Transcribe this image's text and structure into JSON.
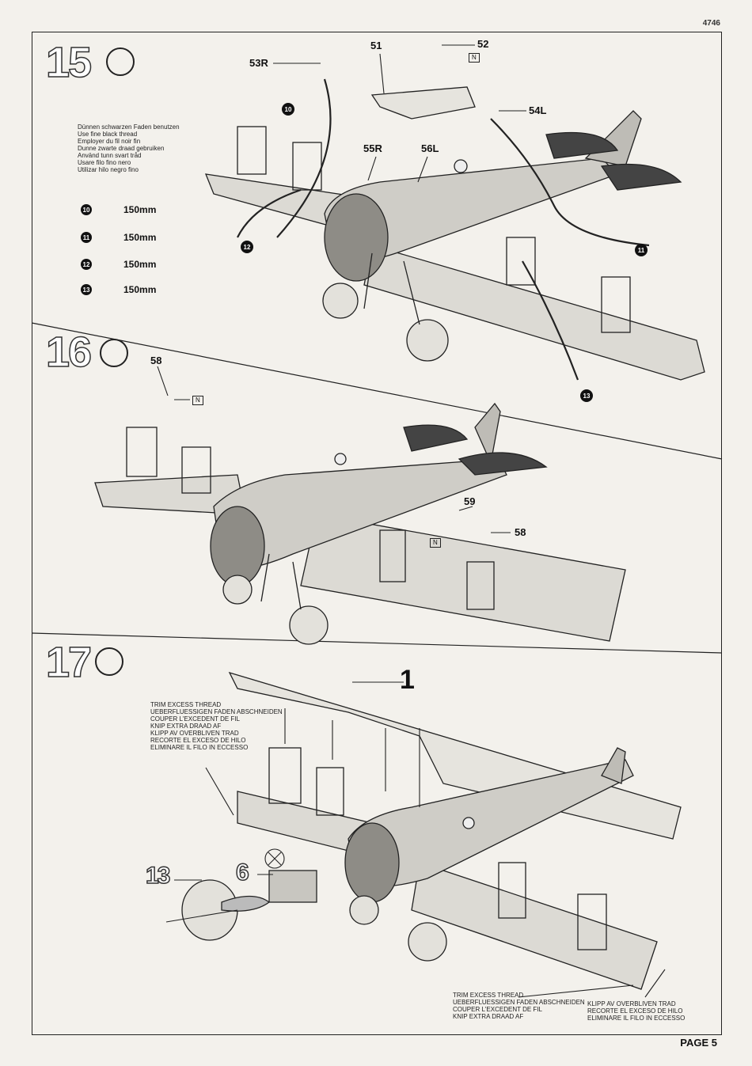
{
  "page": {
    "code": "4746",
    "page_label": "PAGE 5"
  },
  "step15": {
    "number": "15",
    "instructions": [
      "Dünnen schwarzen Faden benutzen",
      "Use fine black thread",
      "Employer du fil noir fin",
      "Dunne zwarte draad gebruiken",
      "Använd tunn svart tråd",
      "Usare filo fino nero",
      "Utilizar hilo negro fino"
    ],
    "threads": [
      {
        "id": "10",
        "length": "150mm"
      },
      {
        "id": "11",
        "length": "150mm"
      },
      {
        "id": "12",
        "length": "150mm"
      },
      {
        "id": "13",
        "length": "150mm"
      }
    ],
    "parts": {
      "p51": "51",
      "p52": "52",
      "p53": "53R",
      "p54": "54L",
      "p55": "55R",
      "p56": "56L",
      "marker_n": "N"
    }
  },
  "step16": {
    "number": "16",
    "parts": {
      "p58a": "58",
      "p58b": "58",
      "p59": "59",
      "marker_n": "N"
    }
  },
  "step17": {
    "number": "17",
    "part_1": "1",
    "part_13": "13",
    "part_6": "6",
    "trim_note_1": [
      "TRIM EXCESS THREAD",
      "UEBERFLUESSIGEN FADEN ABSCHNEIDEN",
      "COUPER L'EXCEDENT DE FIL",
      "KNIP EXTRA DRAAD AF",
      "KLIPP AV OVERBLIVEN TRAD",
      "RECORTE EL EXCESO DE HILO",
      "ELIMINARE IL FILO IN ECCESSO"
    ],
    "trim_note_2a": [
      "TRIM EXCESS THREAD",
      "UEBERFLUESSIGEN FADEN ABSCHNEIDEN",
      "COUPER L'EXCEDENT DE FIL",
      "KNIP EXTRA DRAAD AF"
    ],
    "trim_note_2b": [
      "KLIPP AV OVERBLIVEN TRAD",
      "RECORTE EL EXCESO DE HILO",
      "ELIMINARE IL FILO IN ECCESSO"
    ]
  }
}
